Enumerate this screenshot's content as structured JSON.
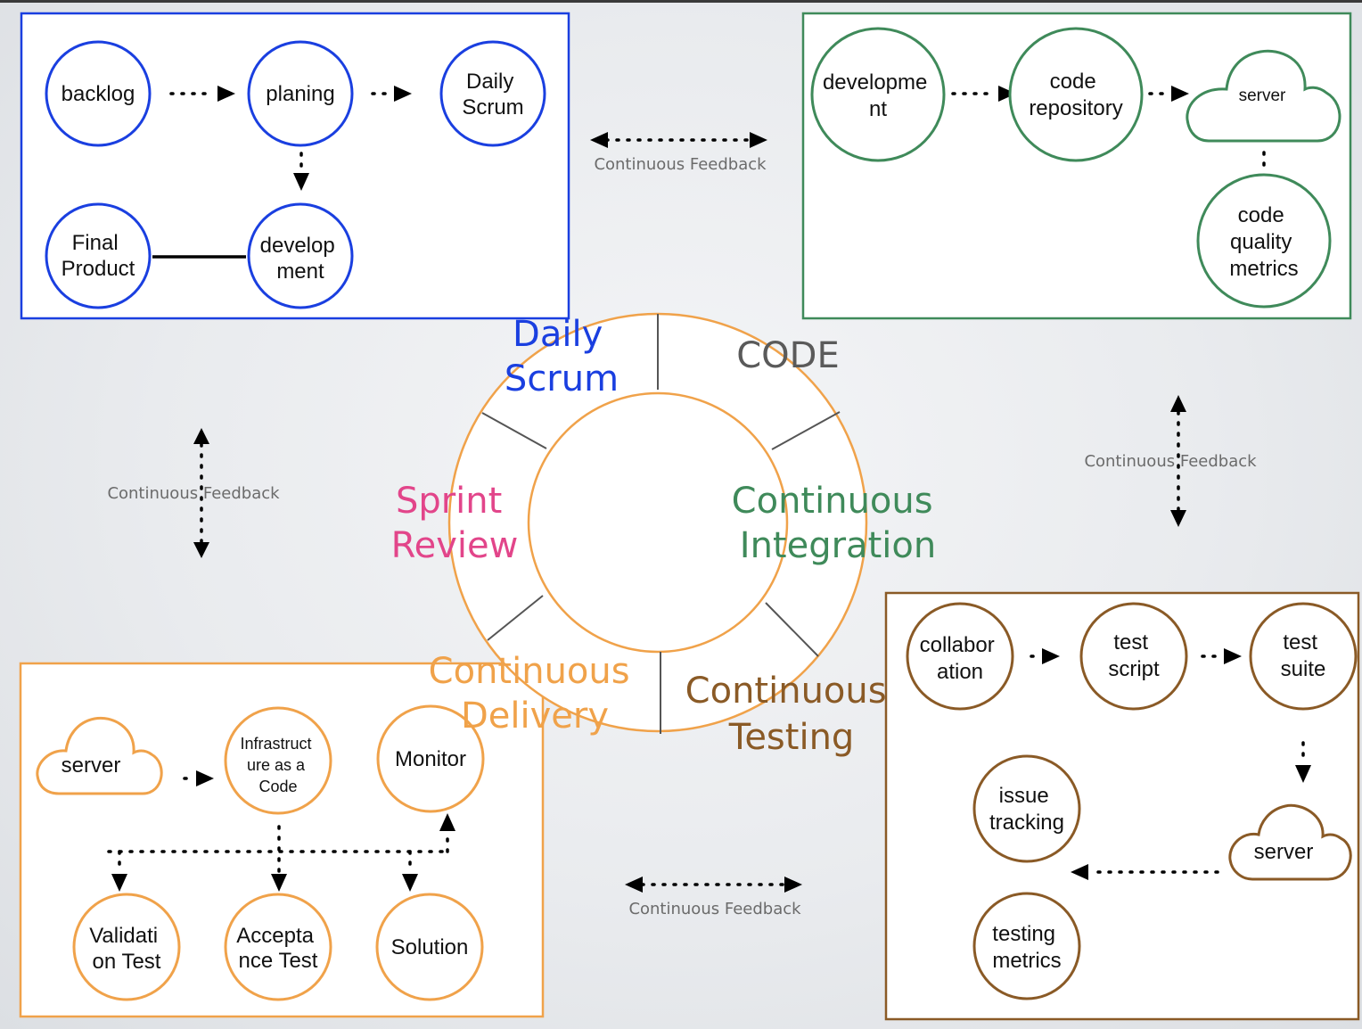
{
  "colors": {
    "scrum": "#1a3fe0",
    "ci": "#3f8a5a",
    "testing": "#8a5a26",
    "delivery": "#f0a24a",
    "review": "#e2458a",
    "code": "#5a5a5a",
    "arrow": "#000000",
    "feedback": "#6b6b6b"
  },
  "wheel": {
    "daily_scrum": [
      "Daily",
      "Scrum"
    ],
    "code": "CODE",
    "continuous_integration": [
      "Continuous",
      "Integration"
    ],
    "continuous_testing": [
      "Continuous",
      "Testing"
    ],
    "continuous_delivery": [
      "Continuous",
      "Delivery"
    ],
    "sprint_review": [
      "Sprint",
      "Review"
    ]
  },
  "feedback_label": "Continuous Feedback",
  "scrum_panel": {
    "backlog": [
      "backlog"
    ],
    "planing": [
      "planing"
    ],
    "daily_scrum": [
      "Daily",
      "Scrum"
    ],
    "final_product": [
      "Final",
      "Product"
    ],
    "development": [
      "develop",
      "ment"
    ]
  },
  "ci_panel": {
    "development": [
      "developme",
      "nt"
    ],
    "code_repository": [
      "code",
      "repository"
    ],
    "server": "server",
    "code_quality_metrics": [
      "code",
      "quality",
      "metrics"
    ]
  },
  "testing_panel": {
    "collaboration": [
      "collabor",
      "ation"
    ],
    "test_script": [
      "test",
      "script"
    ],
    "test_suite": [
      "test",
      "suite"
    ],
    "issue_tracking": [
      "issue",
      "tracking"
    ],
    "server": "server",
    "testing_metrics": [
      "testing",
      "metrics"
    ]
  },
  "delivery_panel": {
    "server": "server",
    "infrastructure_as_code": [
      "Infrastruct",
      "ure as a",
      "Code"
    ],
    "monitor": [
      "Monitor"
    ],
    "validation_test": [
      "Validati",
      "on Test"
    ],
    "acceptance_test": [
      "Accepta",
      "nce Test"
    ],
    "solution": [
      "Solution"
    ]
  }
}
